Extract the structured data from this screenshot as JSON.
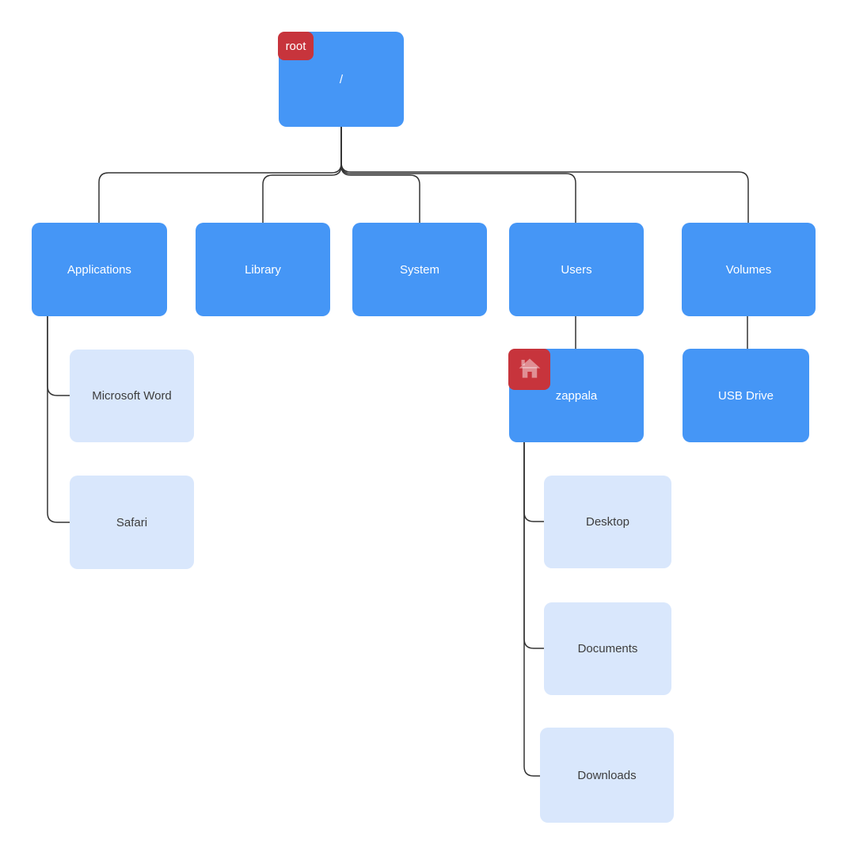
{
  "diagram": {
    "type": "filesystem-tree",
    "colors": {
      "canvas_bg": "#ffffff",
      "primary_node": "#4596f6",
      "secondary_node": "#d9e7fc",
      "badge": "#c7343c",
      "connector": "#333333",
      "primary_text": "#ffffff",
      "secondary_text": "#3d3d3d"
    },
    "nodes": {
      "root": {
        "label": "/",
        "badge": "root"
      },
      "applications": {
        "label": "Applications"
      },
      "library": {
        "label": "Library"
      },
      "system": {
        "label": "System"
      },
      "users": {
        "label": "Users"
      },
      "volumes": {
        "label": "Volumes"
      },
      "microsoft_word": {
        "label": "Microsoft Word"
      },
      "safari": {
        "label": "Safari"
      },
      "zappala": {
        "label": "zappala",
        "badge_icon": "home-icon"
      },
      "usb_drive": {
        "label": "USB Drive"
      },
      "desktop": {
        "label": "Desktop"
      },
      "documents": {
        "label": "Documents"
      },
      "downloads": {
        "label": "Downloads"
      }
    },
    "edges": [
      [
        "/",
        "Applications"
      ],
      [
        "/",
        "Library"
      ],
      [
        "/",
        "System"
      ],
      [
        "/",
        "Users"
      ],
      [
        "/",
        "Volumes"
      ],
      [
        "Applications",
        "Microsoft Word"
      ],
      [
        "Applications",
        "Safari"
      ],
      [
        "Users",
        "zappala"
      ],
      [
        "Volumes",
        "USB Drive"
      ],
      [
        "zappala",
        "Desktop"
      ],
      [
        "zappala",
        "Documents"
      ],
      [
        "zappala",
        "Downloads"
      ]
    ]
  }
}
